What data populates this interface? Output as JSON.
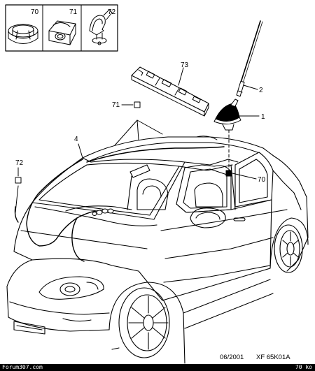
{
  "inset": {
    "labels": [
      "70",
      "71",
      "72"
    ]
  },
  "callouts": {
    "antenna_rod": "2",
    "antenna_base": "1",
    "bracket": "73",
    "roof_clip": "71",
    "cable": "4",
    "cable_clip": "72",
    "marker": "70"
  },
  "reference": {
    "date": "06/2001",
    "code": "XF 65K01A"
  },
  "footer": {
    "site": "Forum307.com",
    "size": "70 ko"
  }
}
